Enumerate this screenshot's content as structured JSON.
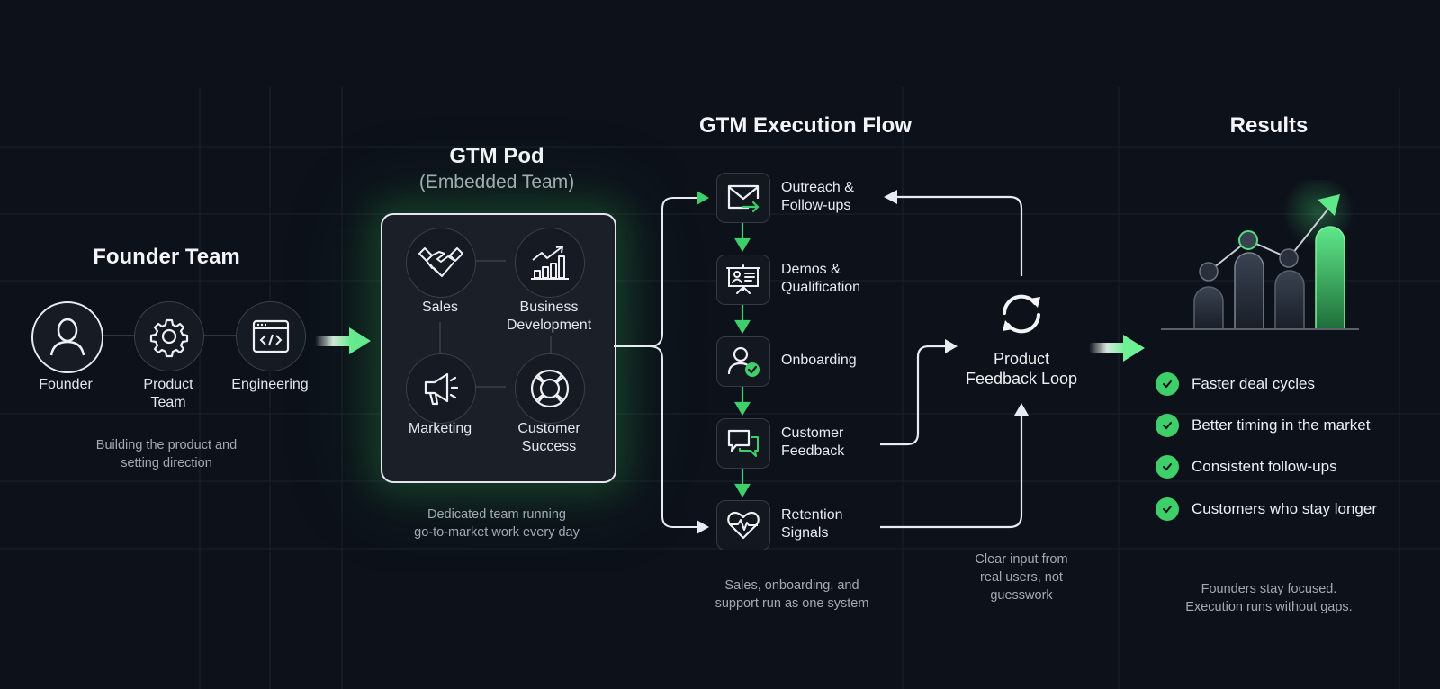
{
  "founder_team": {
    "title": "Founder Team",
    "members": [
      {
        "label": "Founder",
        "icon": "person-icon"
      },
      {
        "label": "Product\nTeam",
        "label_line1": "Product",
        "label_line2": "Team",
        "icon": "gear-icon"
      },
      {
        "label": "Engineering",
        "icon": "code-window-icon"
      }
    ],
    "caption_line1": "Building the product and",
    "caption_line2": "setting direction"
  },
  "gtm_pod": {
    "title": "GTM Pod",
    "subtitle": "(Embedded Team)",
    "roles": [
      {
        "label_line1": "Sales",
        "label_line2": "",
        "icon": "handshake-icon"
      },
      {
        "label_line1": "Business",
        "label_line2": "Development",
        "icon": "growth-chart-icon"
      },
      {
        "label_line1": "Marketing",
        "label_line2": "",
        "icon": "megaphone-icon"
      },
      {
        "label_line1": "Customer",
        "label_line2": "Success",
        "icon": "lifebuoy-icon"
      }
    ],
    "caption_line1": "Dedicated team running",
    "caption_line2": "go-to-market work every day"
  },
  "execution_flow": {
    "title": "GTM Execution Flow",
    "steps": [
      {
        "label_line1": "Outreach &",
        "label_line2": "Follow-ups",
        "icon": "mail-send-icon"
      },
      {
        "label_line1": "Demos &",
        "label_line2": "Qualification",
        "icon": "presentation-icon"
      },
      {
        "label_line1": "Onboarding",
        "label_line2": "",
        "icon": "user-check-icon"
      },
      {
        "label_line1": "Customer",
        "label_line2": "Feedback",
        "icon": "chat-bubbles-icon"
      },
      {
        "label_line1": "Retention",
        "label_line2": "Signals",
        "icon": "heart-pulse-icon"
      }
    ],
    "caption_line1": "Sales, onboarding, and",
    "caption_line2": "support run as one system"
  },
  "feedback_loop": {
    "label_line1": "Product",
    "label_line2": "Feedback Loop",
    "icon": "refresh-cycle-icon",
    "caption_line1": "Clear input from",
    "caption_line2": "real users, not",
    "caption_line3": "guesswork"
  },
  "results": {
    "title": "Results",
    "items": [
      "Faster deal cycles",
      "Better timing in the market",
      "Consistent follow-ups",
      "Customers who stay longer"
    ],
    "caption_line1": "Founders stay focused.",
    "caption_line2": "Execution runs without gaps."
  },
  "colors": {
    "background": "#0d111a",
    "accent_green": "#3ecf6a",
    "line_white": "#e8ebef"
  }
}
